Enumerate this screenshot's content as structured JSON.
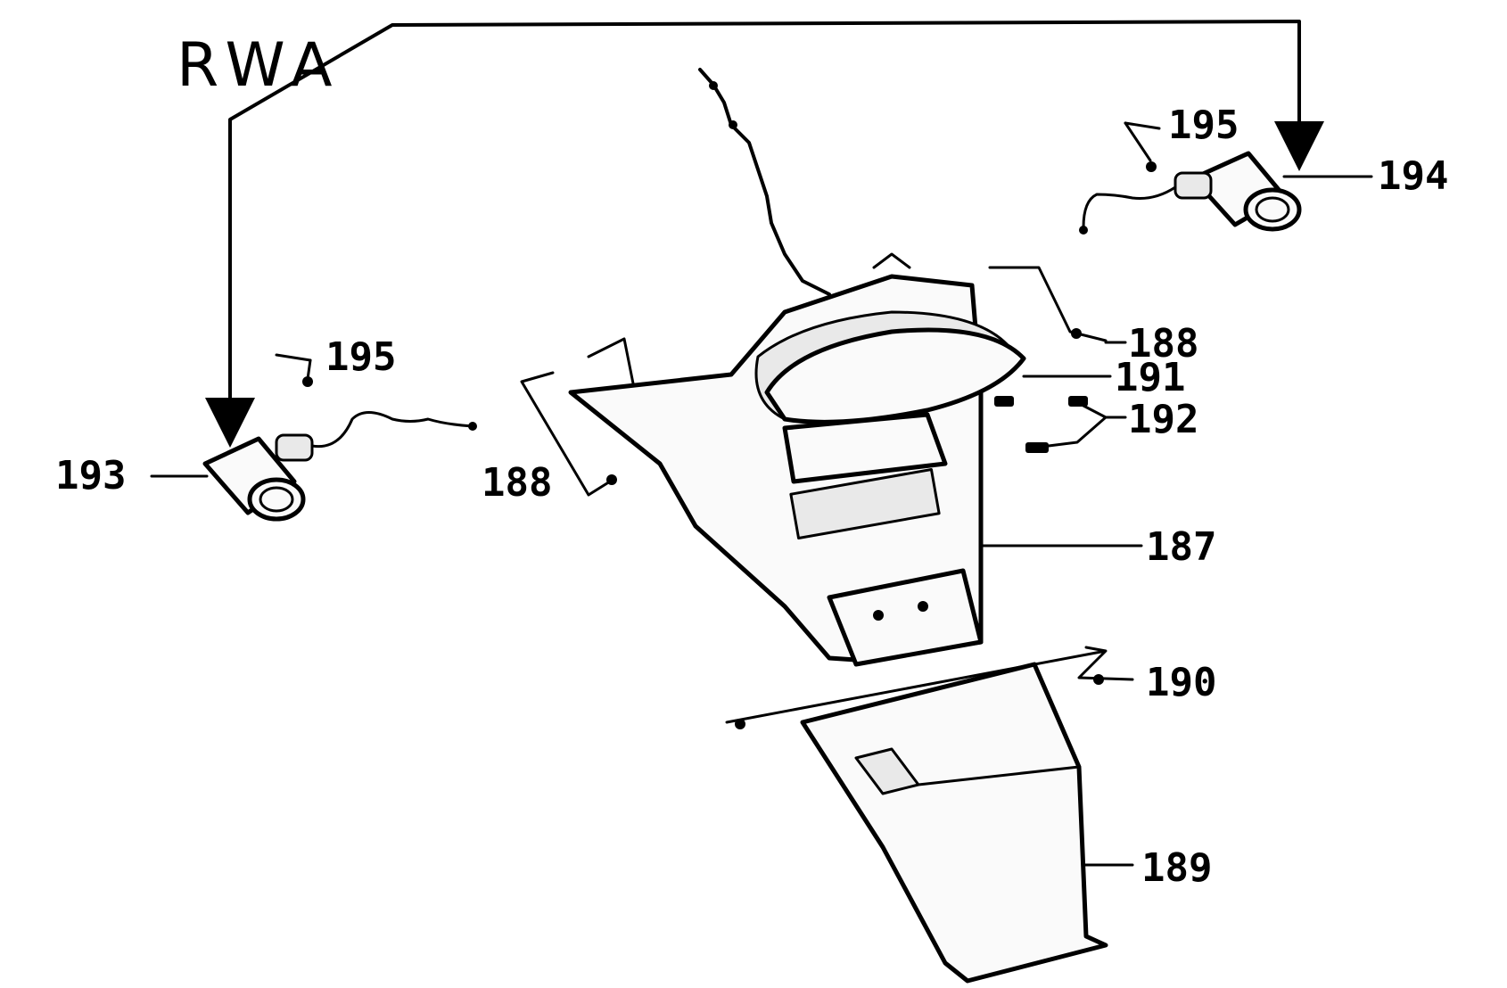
{
  "handwritten_label": "RWA",
  "labels": {
    "l187": "187",
    "l188_right": "188",
    "l188_left": "188",
    "l189": "189",
    "l190": "190",
    "l191": "191",
    "l192": "192",
    "l193": "193",
    "l194": "194",
    "l195_left": "195",
    "l195_right": "195"
  },
  "colors": {
    "ink": "#000000",
    "paper": "#ffffff"
  }
}
